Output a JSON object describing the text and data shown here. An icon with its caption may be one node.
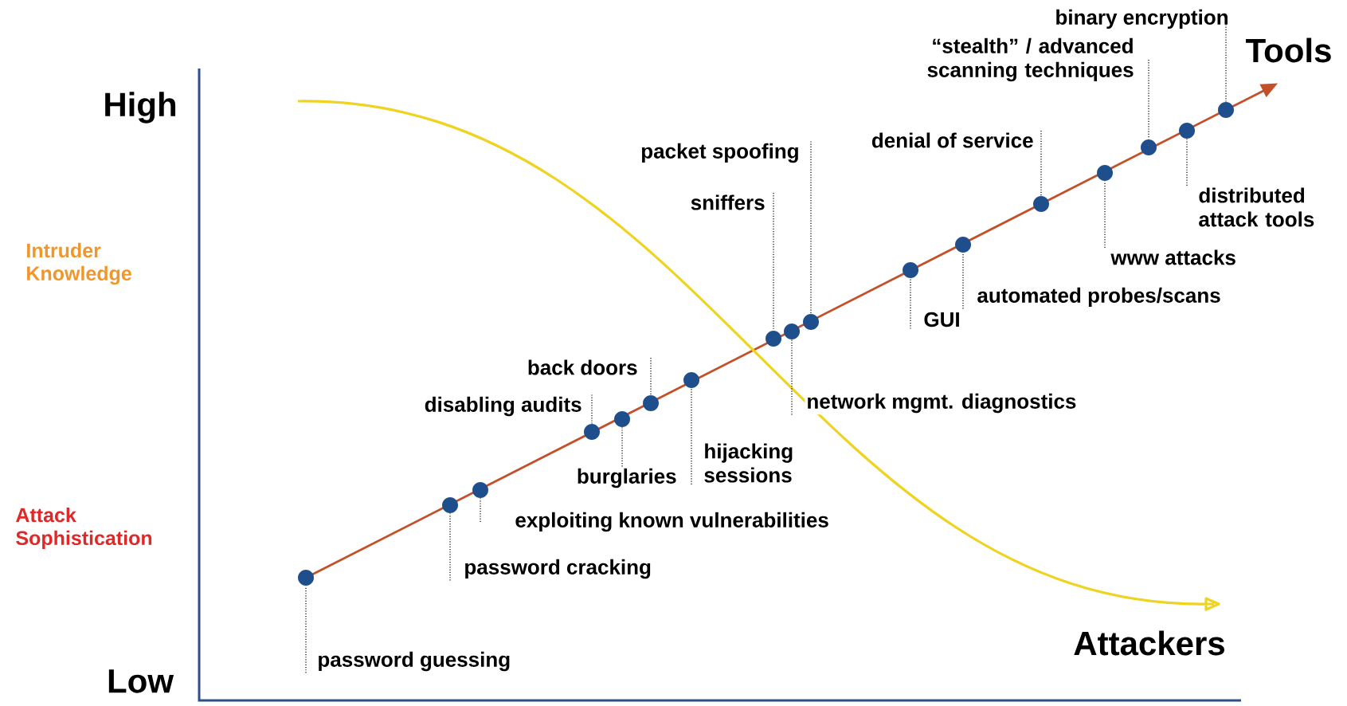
{
  "diagram": {
    "nodes": [
      {
        "text": [
          "binary encryption"
        ]
      },
      {
        "text": [
          "“stealth” / advanced scanning techniques"
        ]
      },
      {
        "text": [
          "packet spoofing"
        ]
      },
      {
        "text": [
          "denial of service"
        ]
      },
      {
        "text": [
          "sniffers"
        ]
      },
      {
        "text": [
          "distributed attack tools"
        ]
      },
      {
        "text": [
          "www attacks"
        ]
      },
      {
        "text": [
          "automated probes/scans"
        ]
      },
      {
        "text": [
          "GUI"
        ]
      },
      {
        "text": [
          "back doors"
        ]
      },
      {
        "text": [
          "disabling audits"
        ]
      },
      {
        "text": [
          "network mgmt. diagnostics"
        ]
      },
      {
        "text": [
          "hijacking sessions"
        ]
      },
      {
        "text": [
          "burglaries"
        ]
      },
      {
        "text": [
          "exploiting known vulnerabilities"
        ]
      },
      {
        "text": [
          "password cracking"
        ]
      },
      {
        "text": [
          "password guessing"
        ]
      },
      {
        "text": [],
        "shape": "circle"
      },
      {
        "text": [],
        "shape": "circle"
      },
      {
        "text": [],
        "shape": "circle"
      },
      {
        "text": [],
        "shape": "circle"
      },
      {
        "text": [],
        "shape": "circle"
      },
      {
        "text": [],
        "shape": "circle"
      },
      {
        "text": [],
        "shape": "circle"
      },
      {
        "text": [],
        "shape": "circle"
      },
      {
        "text": [],
        "shape": "circle"
      },
      {
        "text": [],
        "shape": "circle"
      },
      {
        "text": [],
        "shape": "circle"
      },
      {
        "text": [],
        "shape": "circle"
      },
      {
        "text": [],
        "shape": "circle"
      },
      {
        "text": [],
        "shape": "circle"
      },
      {
        "text": [],
        "shape": "circle"
      },
      {
        "text": [],
        "shape": "circle"
      },
      {
        "text": [],
        "shape": "circle"
      }
    ],
    "edges": [
      {
        "from": 16,
        "to": 17,
        "arrow": "none"
      },
      {
        "from": 15,
        "to": 18,
        "arrow": "none"
      },
      {
        "from": 14,
        "to": 19,
        "arrow": "none"
      },
      {
        "from": 10,
        "to": 20,
        "arrow": "none"
      },
      {
        "from": 13,
        "to": 21,
        "arrow": "none"
      },
      {
        "from": 9,
        "to": 22,
        "arrow": "none"
      },
      {
        "from": 12,
        "to": 23,
        "arrow": "none"
      },
      {
        "from": 4,
        "to": 24,
        "arrow": "none"
      },
      {
        "from": 11,
        "to": 25,
        "arrow": "none"
      },
      {
        "from": 2,
        "to": 26,
        "arrow": "none"
      },
      {
        "from": 8,
        "to": 27,
        "arrow": "none"
      },
      {
        "from": 7,
        "to": 28,
        "arrow": "none"
      },
      {
        "from": 3,
        "to": 29,
        "arrow": "none"
      },
      {
        "from": 6,
        "to": 30,
        "arrow": "none"
      },
      {
        "from": 1,
        "to": 31,
        "arrow": "none"
      },
      {
        "from": 5,
        "to": 32,
        "arrow": "none"
      },
      {
        "from": 0,
        "to": 33,
        "arrow": "none"
      }
    ],
    "labels": [
      "Tools",
      "High",
      "Intruder Knowledge",
      "Attack Sophistication",
      "Attackers",
      "Low"
    ]
  }
}
